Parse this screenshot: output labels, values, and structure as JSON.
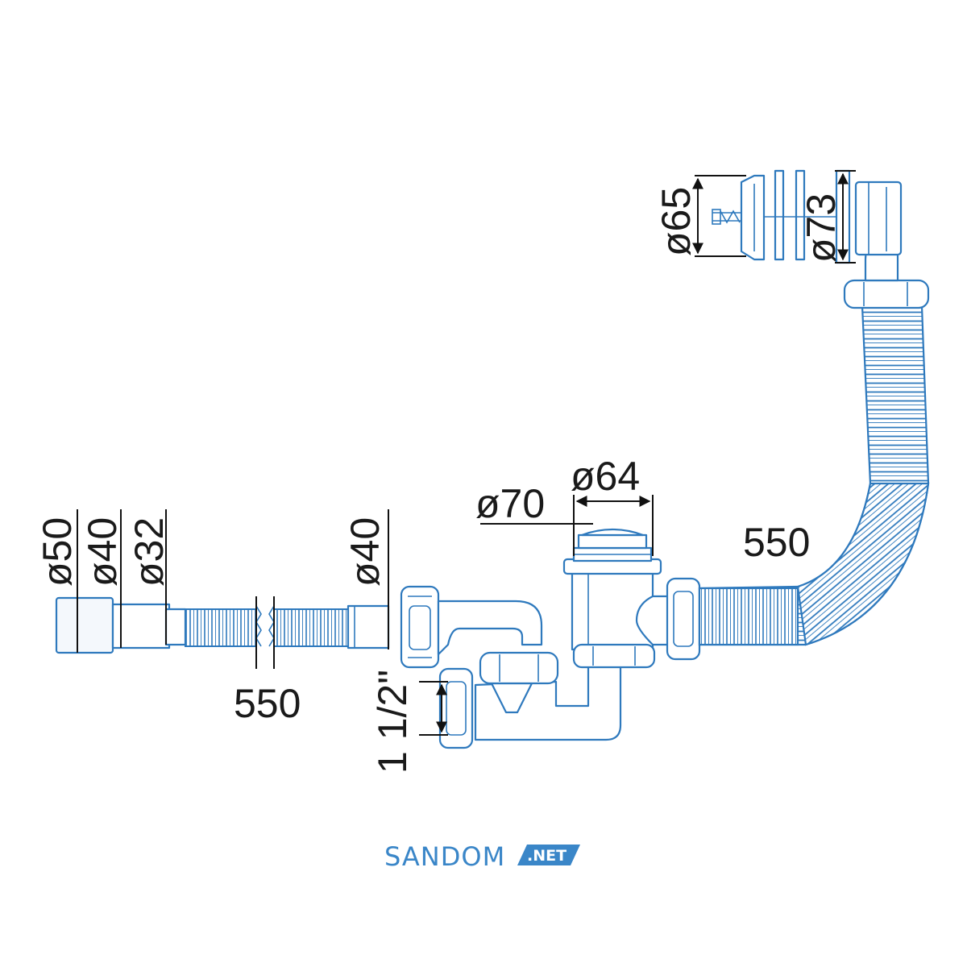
{
  "colors": {
    "outline": "#2e79bd",
    "dimension": "#1a1a1a",
    "logo_blue": "#3a86c8",
    "background": "#ffffff"
  },
  "dimensions": {
    "left_d50": "ø50",
    "left_d40": "ø40",
    "left_d32": "ø32",
    "hose_left_length": "550",
    "outlet_d40": "ø40",
    "thread": "1 1/2\"",
    "overflow_d70": "ø70",
    "overflow_d64": "ø64",
    "hose_right_length": "550",
    "plug_d65": "ø65",
    "plug_d73": "ø73"
  },
  "logo": {
    "name": "SANDOM",
    "suffix": ".NET"
  }
}
